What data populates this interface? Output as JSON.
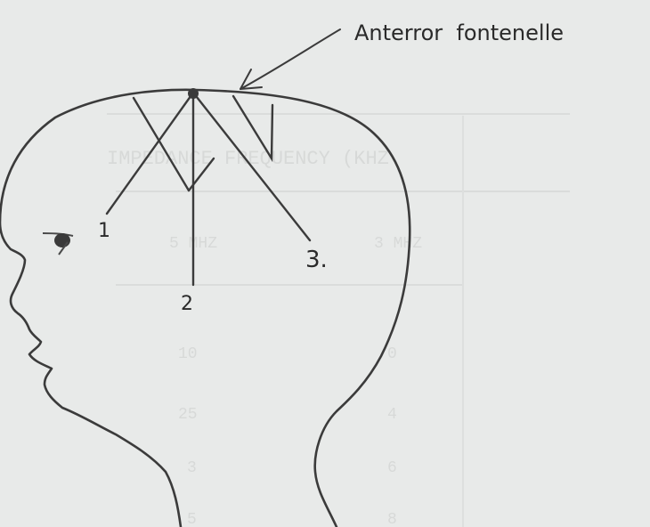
{
  "diagram": {
    "annotation": "Anterror  fontenelle",
    "labels": {
      "one": "1",
      "two": "2",
      "three": "3."
    },
    "bleed_through": {
      "heading": "IMPEDANCE FREQUENCY (KHZ",
      "col_a": "5 MHZ",
      "col_b": "3 MHZ",
      "rows": [
        [
          "10",
          "0"
        ],
        [
          "25",
          "4"
        ],
        [
          "3",
          "6"
        ],
        [
          "5",
          "8"
        ]
      ]
    }
  }
}
